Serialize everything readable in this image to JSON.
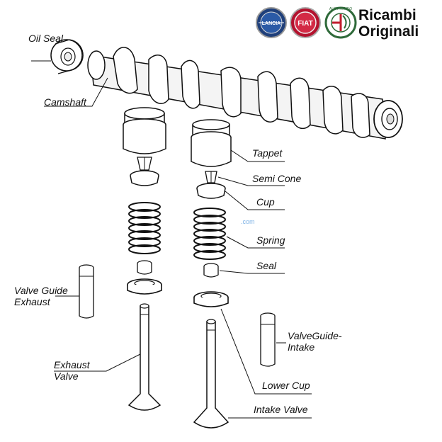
{
  "brand": {
    "line1": "Ricambi",
    "line2": "Originali",
    "logos": [
      {
        "name": "lancia-logo",
        "text": "LANCIA",
        "color": "#1f3f7a"
      },
      {
        "name": "fiat-logo",
        "text": "FIAT",
        "color": "#b3122e"
      },
      {
        "name": "alfa-romeo-logo",
        "text": "ALFA ROMEO",
        "color": "#2f6a3a"
      }
    ]
  },
  "labels": {
    "oil_seal": "Oil Seal",
    "camshaft": "Camshaft",
    "tappet": "Tappet",
    "semi_cone": "Semi Cone",
    "cup": "Cup",
    "spring": "Spring",
    "seal": "Seal",
    "valve_guide_exhaust_1": "Valve Guide",
    "valve_guide_exhaust_2": "Exhaust",
    "valve_guide_intake_1": "ValveGuide-",
    "valve_guide_intake_2": "Intake",
    "exhaust_valve_1": "Exhaust",
    "exhaust_valve_2": "Valve",
    "lower_cup": "Lower Cup",
    "intake_valve": "Intake Valve"
  },
  "watermark": ".com"
}
